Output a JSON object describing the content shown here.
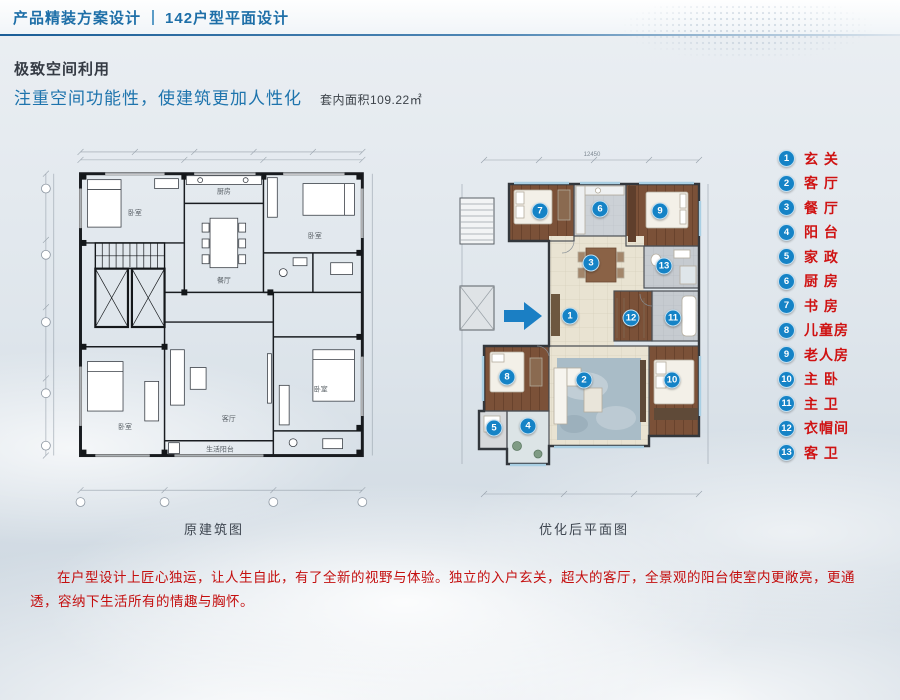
{
  "header": {
    "left_title": "产品精装方案设计",
    "right_title": "142户型平面设计"
  },
  "intro": {
    "heading": "极致空间利用",
    "subheading": "注重空间功能性，使建筑更加人性化",
    "area_note": "套内面积109.22㎡"
  },
  "plans": {
    "original": {
      "caption": "原建筑图",
      "room_labels": [
        "卧室",
        "厨房",
        "餐厅",
        "卧室",
        "卧室",
        "客厅",
        "卧室",
        "生活阳台"
      ]
    },
    "optimized": {
      "caption": "优化后平面图",
      "total_width_dim": "12450"
    }
  },
  "legend": {
    "items": [
      {
        "num": "1",
        "label": "玄 关"
      },
      {
        "num": "2",
        "label": "客 厅"
      },
      {
        "num": "3",
        "label": "餐 厅"
      },
      {
        "num": "4",
        "label": "阳 台"
      },
      {
        "num": "5",
        "label": "家 政"
      },
      {
        "num": "6",
        "label": "厨 房"
      },
      {
        "num": "7",
        "label": "书 房"
      },
      {
        "num": "8",
        "label": "儿童房"
      },
      {
        "num": "9",
        "label": "老人房"
      },
      {
        "num": "10",
        "label": "主 卧"
      },
      {
        "num": "11",
        "label": "主 卫"
      },
      {
        "num": "12",
        "label": "衣帽间"
      },
      {
        "num": "13",
        "label": "客 卫"
      }
    ]
  },
  "closing": {
    "text": "在户型设计上匠心独运，让人生自此，有了全新的视野与体验。独立的入户玄关，超大的客厅，全景观的阳台使室内更敞亮，更通透，容纳下生活所有的情趣与胸怀。"
  },
  "colors": {
    "header_blue": "#1e6fa8",
    "marker_blue": "#1583c6",
    "legend_red": "#cf1212",
    "closing_red": "#c40f0f"
  }
}
